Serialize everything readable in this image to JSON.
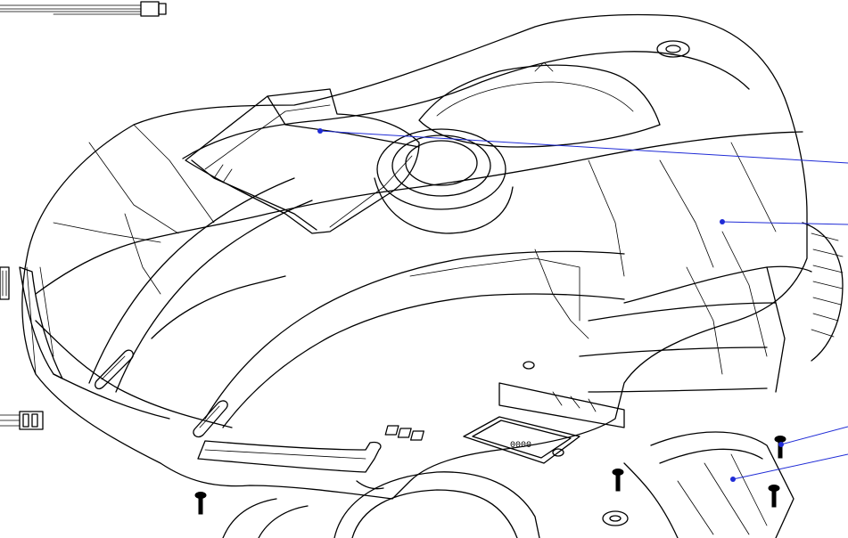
{
  "diagram": {
    "leader_color": "#1f2bd6",
    "line_color": "#000000",
    "background": "#ffffff",
    "parts": [
      {
        "id": "top-cover-handle",
        "icon": "handle-cover"
      },
      {
        "id": "main-shell",
        "icon": "shell"
      },
      {
        "id": "screw-upper",
        "icon": "screw"
      },
      {
        "id": "chassis-rear",
        "icon": "chassis"
      }
    ],
    "display_digits": "0000"
  }
}
